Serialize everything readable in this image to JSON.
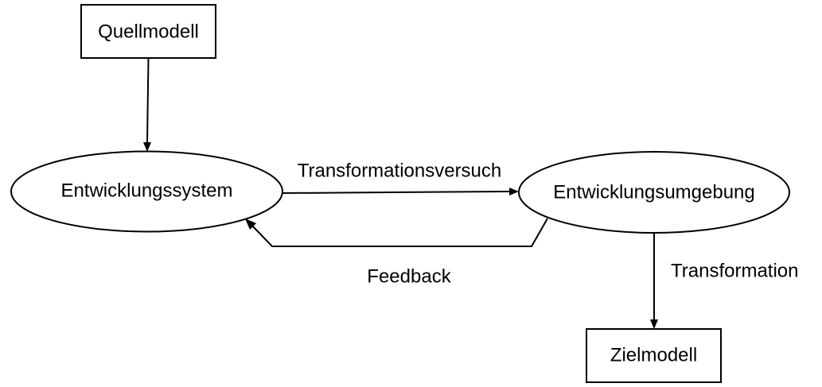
{
  "nodes": {
    "quellmodell": {
      "label": "Quellmodell"
    },
    "entwicklungssystem": {
      "label": "Entwicklungssystem"
    },
    "entwicklungsumgebung": {
      "label": "Entwicklungsumgebung"
    },
    "zielmodell": {
      "label": "Zielmodell"
    }
  },
  "edges": {
    "transformationsversuch": {
      "label": "Transformationsversuch"
    },
    "feedback": {
      "label": "Feedback"
    },
    "transformation": {
      "label": "Transformation"
    }
  },
  "colors": {
    "stroke": "#000000",
    "background": "#ffffff"
  }
}
